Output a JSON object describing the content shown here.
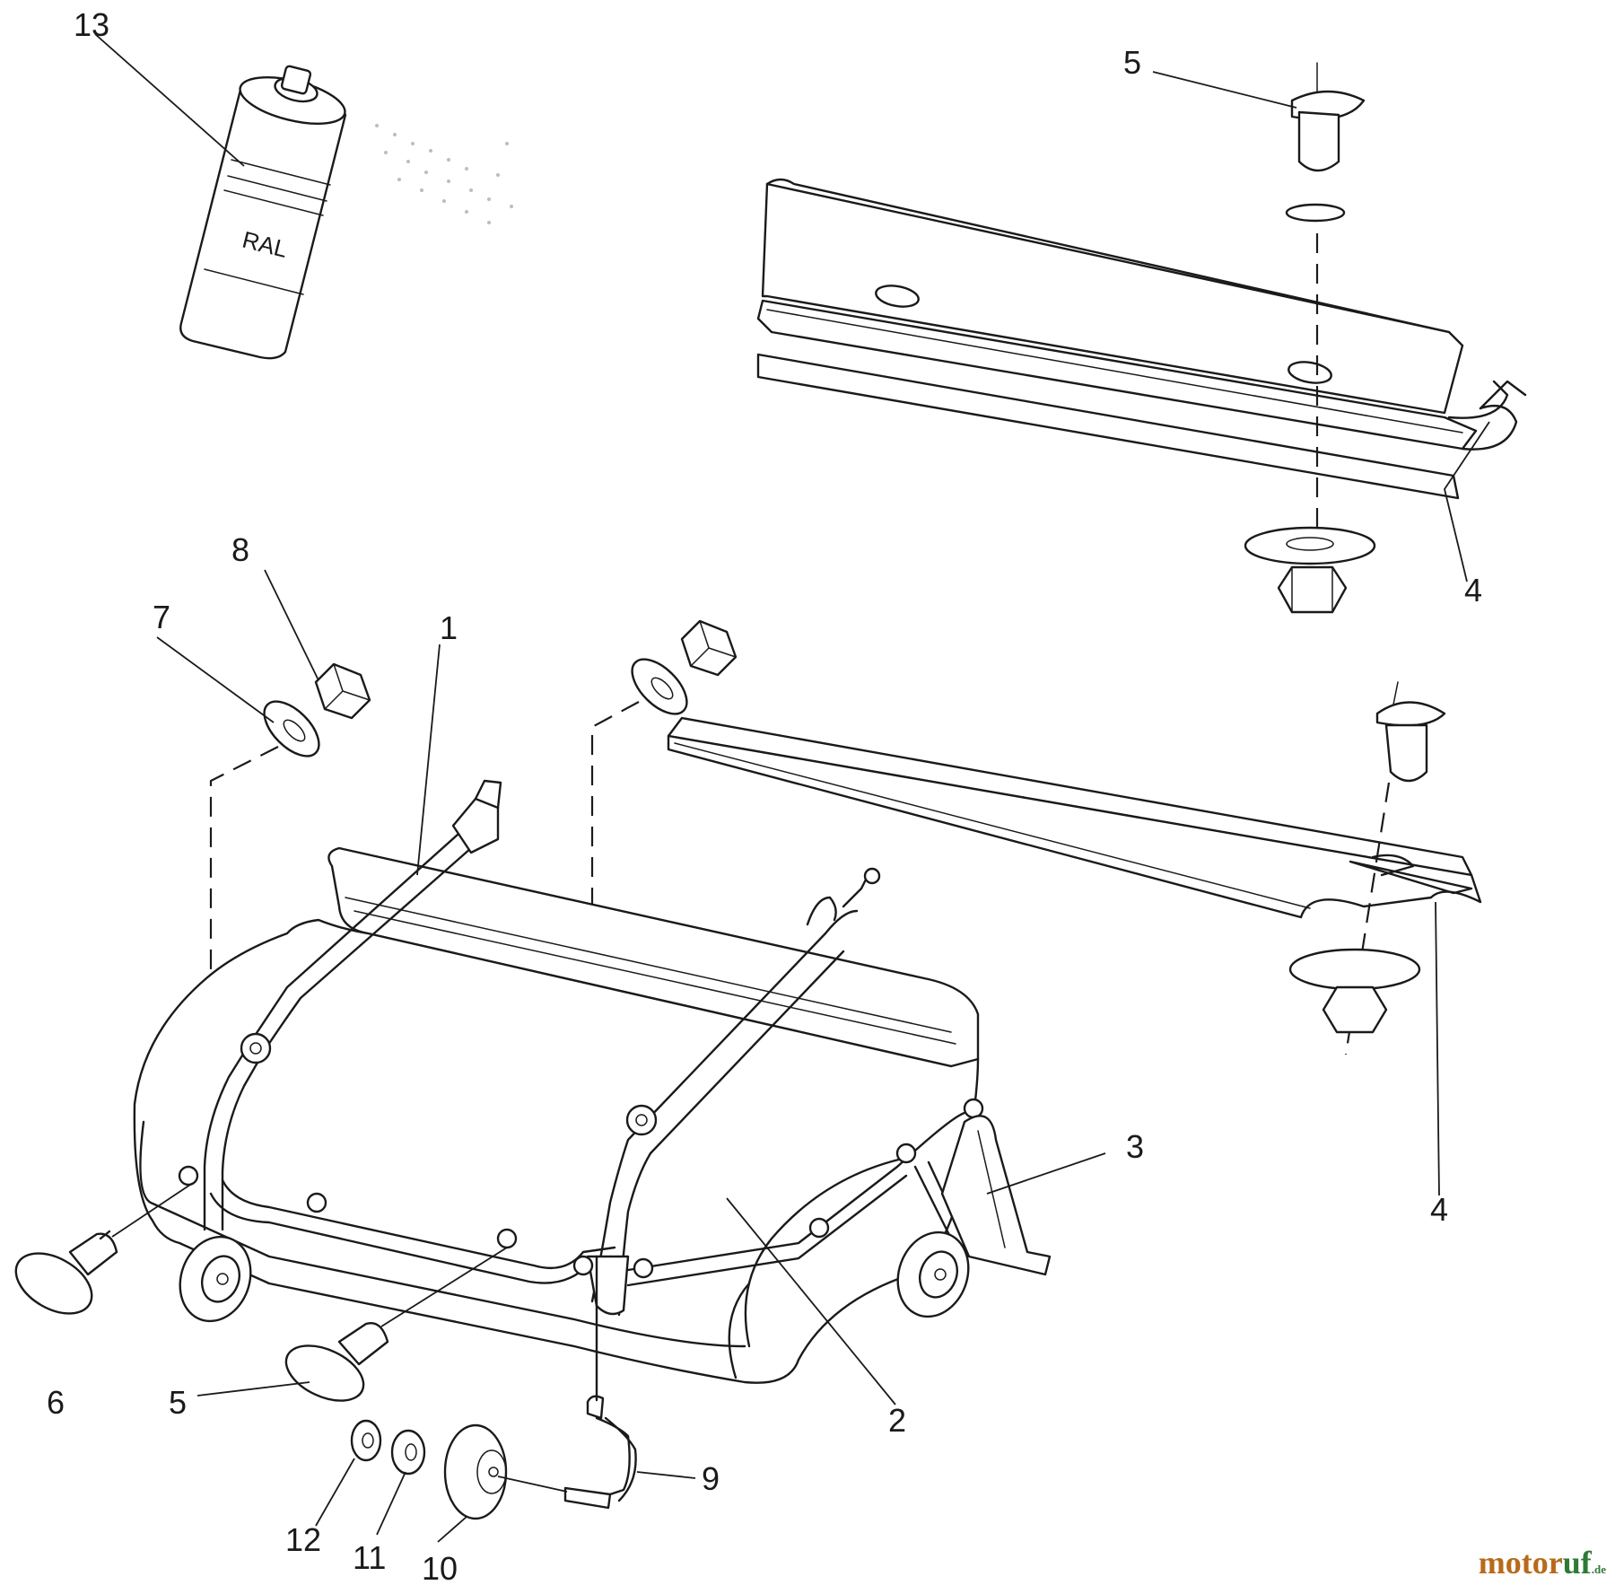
{
  "diagram": {
    "callouts": [
      "1",
      "2",
      "3",
      "4",
      "4",
      "5",
      "5",
      "6",
      "7",
      "8",
      "9",
      "10",
      "11",
      "12",
      "13"
    ],
    "can_label": "RAL",
    "watermark": {
      "part1": "motor",
      "part2": "uf",
      "part3": ".de"
    },
    "colors": {
      "line": "#1a1a1a",
      "watermark_orange": "#b86a1a",
      "watermark_green": "#2f7a36"
    }
  }
}
